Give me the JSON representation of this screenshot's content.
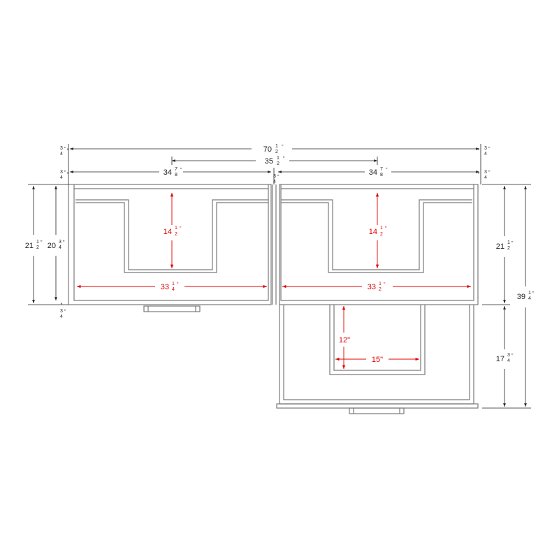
{
  "dimensions": {
    "top_overall": {
      "whole": "70",
      "num": "1",
      "den": "2",
      "unit": "\""
    },
    "top_center": {
      "whole": "35",
      "num": "1",
      "den": "2",
      "unit": "\""
    },
    "top_left_section": {
      "whole": "34",
      "num": "7",
      "den": "8",
      "unit": "\""
    },
    "top_right_section": {
      "whole": "34",
      "num": "7",
      "den": "8",
      "unit": "\""
    },
    "small_thickness": {
      "num": "3",
      "den": "4",
      "unit": "\""
    },
    "left_outer_height": {
      "whole": "21",
      "num": "1",
      "den": "2",
      "unit": "\""
    },
    "left_inner_height": {
      "whole": "20",
      "num": "3",
      "den": "4",
      "unit": "\""
    },
    "notch_depth_left": {
      "whole": "14",
      "num": "1",
      "den": "2",
      "unit": "\""
    },
    "notch_depth_right": {
      "whole": "14",
      "num": "1",
      "den": "2",
      "unit": "\""
    },
    "inner_width_left": {
      "whole": "33",
      "num": "1",
      "den": "4",
      "unit": "\""
    },
    "inner_width_right": {
      "whole": "33",
      "num": "1",
      "den": "2",
      "unit": "\""
    },
    "right_upper_height": {
      "whole": "21",
      "num": "1",
      "den": "2",
      "unit": "\""
    },
    "right_total_height": {
      "whole": "39",
      "num": "1",
      "den": "4",
      "unit": "\""
    },
    "right_lower_height": {
      "whole": "17",
      "num": "3",
      "den": "4",
      "unit": "\""
    },
    "lower_notch_depth": {
      "text": "12\""
    },
    "lower_notch_width": {
      "text": "15\""
    }
  },
  "colors": {
    "outline": "#7a7a7a",
    "dimension_line": "#222222",
    "highlight_dimension": "#e00000"
  }
}
